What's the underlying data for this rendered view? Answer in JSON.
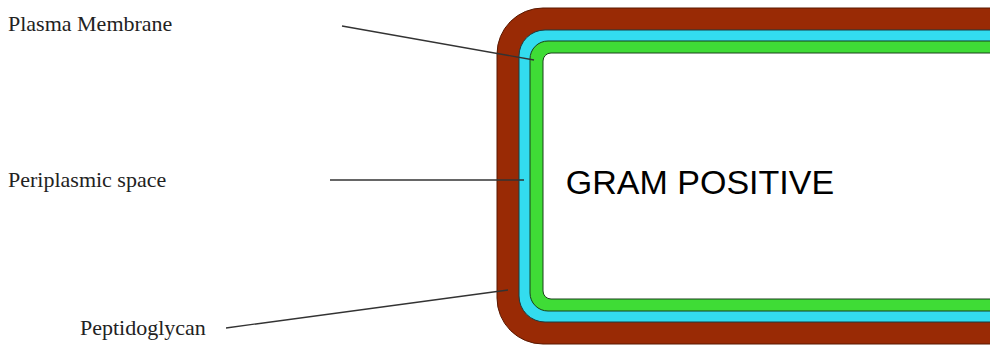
{
  "diagram": {
    "labels": [
      "Plasma Membrane",
      "Periplasmic space",
      "Peptidoglycan",
      "GRAM POSITIVE"
    ]
  }
}
